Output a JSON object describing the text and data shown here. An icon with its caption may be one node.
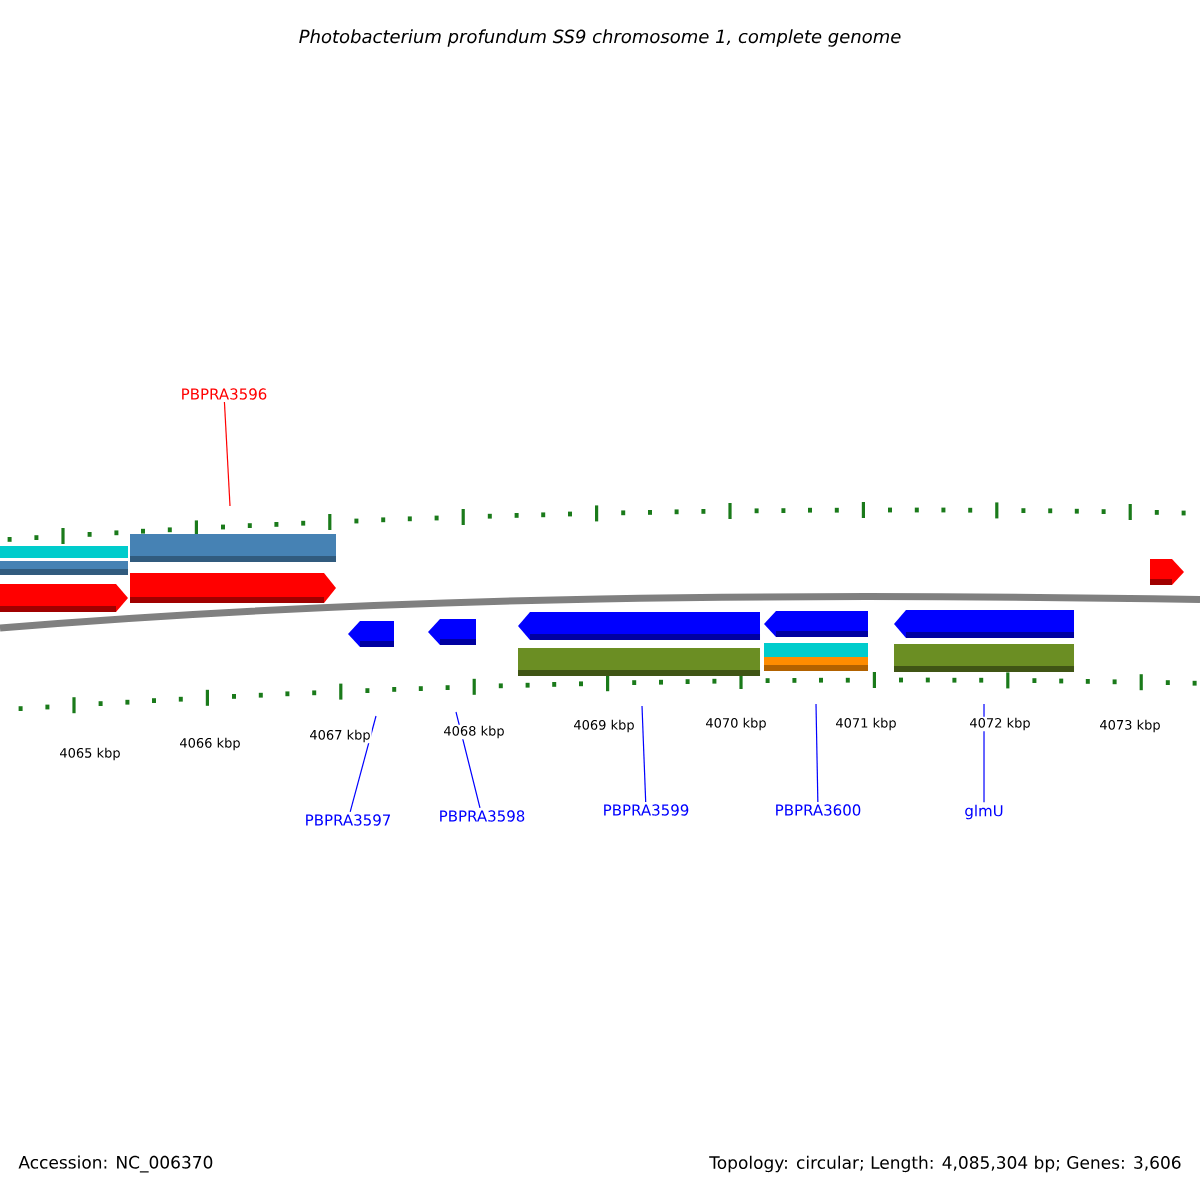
{
  "diagram": {
    "title": "Photobacterium profundum SS9 chromosome 1, complete genome",
    "nodes": [
      {
        "text": [
          "PBPRA3596"
        ]
      },
      {
        "text": [
          "PBPRA3597"
        ]
      },
      {
        "text": [
          "PBPRA3598"
        ]
      },
      {
        "text": [
          "PBPRA3599"
        ]
      },
      {
        "text": [
          "PBPRA3600"
        ]
      },
      {
        "text": [
          "glmU"
        ]
      },
      {
        "text": [],
        "shape": "arrow"
      },
      {
        "text": [],
        "shape": "arrow"
      },
      {
        "text": [],
        "shape": "arrow"
      },
      {
        "text": [],
        "shape": "arrow"
      },
      {
        "text": [],
        "shape": "arrow"
      },
      {
        "text": [],
        "shape": "arrow"
      }
    ],
    "edges": [
      {
        "from": 0,
        "to": 6,
        "arrow": "none",
        "color": "#ff0000"
      },
      {
        "from": 1,
        "to": 7,
        "arrow": "none"
      },
      {
        "from": 2,
        "to": 8,
        "arrow": "none"
      },
      {
        "from": 3,
        "to": 9,
        "arrow": "none"
      },
      {
        "from": 4,
        "to": 10,
        "arrow": "none"
      },
      {
        "from": 5,
        "to": 11,
        "arrow": "none"
      }
    ],
    "labels": [
      "4065 kbp",
      "4066 kbp",
      "4067 kbp",
      "4068 kbp",
      "4069 kbp",
      "4070 kbp",
      "4071 kbp",
      "4072 kbp",
      "4073 kbp",
      "Accession: NC_006370",
      "Topology: circular; Length: 4,085,304 bp; Genes: 3,606"
    ]
  }
}
